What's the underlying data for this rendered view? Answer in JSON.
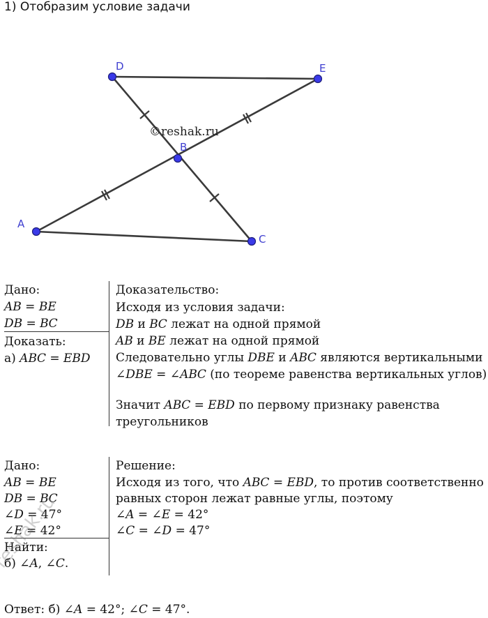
{
  "heading": "1) Отобразим условие задачи",
  "figure": {
    "points": {
      "A": "A",
      "B": "B",
      "C": "C",
      "D": "D",
      "E": "E"
    },
    "watermark": "©reshak.ru"
  },
  "part_a": {
    "given_title": "Дано:",
    "given": [
      "𝐴𝐵 = 𝐵𝐸",
      "𝐷𝐵 = 𝐵𝐶"
    ],
    "prove_title": "Доказать:",
    "prove": "а) 𝐴𝐵𝐶 = 𝐸𝐵𝐷",
    "proof_title": "Доказательство:",
    "proof_lines": [
      "Исходя из условия задачи:",
      "𝐷𝐵 и 𝐵𝐶 лежат на одной прямой",
      "𝐴𝐵 и 𝐵𝐸 лежат на одной прямой",
      "Следовательно углы 𝐷𝐵𝐸 и 𝐴𝐵𝐶 являются вертикальными",
      "∠𝐷𝐵𝐸 = ∠𝐴𝐵𝐶 (по теореме равенства вертикальных углов)",
      "",
      "Значит 𝐴𝐵𝐶 = 𝐸𝐵𝐷 по первому признаку равенства",
      "треугольников"
    ]
  },
  "part_b": {
    "given_title": "Дано:",
    "given": [
      "𝐴𝐵 = 𝐵𝐸",
      "𝐷𝐵 = 𝐵𝐶",
      "∠𝐷 = 47°",
      "∠𝐸 = 42°"
    ],
    "find_title": "Найти:",
    "find": "б) ∠𝐴, ∠𝐶.",
    "solution_title": "Решение:",
    "solution_lines": [
      "Исходя из того, что 𝐴𝐵𝐶 = 𝐸𝐵𝐷, то против соответственно",
      "равных сторон лежат равные углы, поэтому",
      "∠𝐴 = ∠𝐸 = 42°",
      "∠𝐶 = ∠𝐷 = 47°"
    ]
  },
  "answer": "Ответ: б) ∠𝐴 = 42°; ∠𝐶 = 47°.",
  "watermark2": "reshak.ru"
}
